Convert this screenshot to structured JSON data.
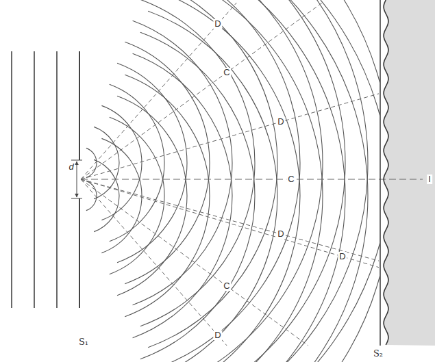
{
  "diagram": {
    "labels": [
      "d",
      "D",
      "C",
      "D",
      "C",
      "D",
      "D",
      "C",
      "D",
      "I",
      "S₁",
      "S₂"
    ]
  }
}
